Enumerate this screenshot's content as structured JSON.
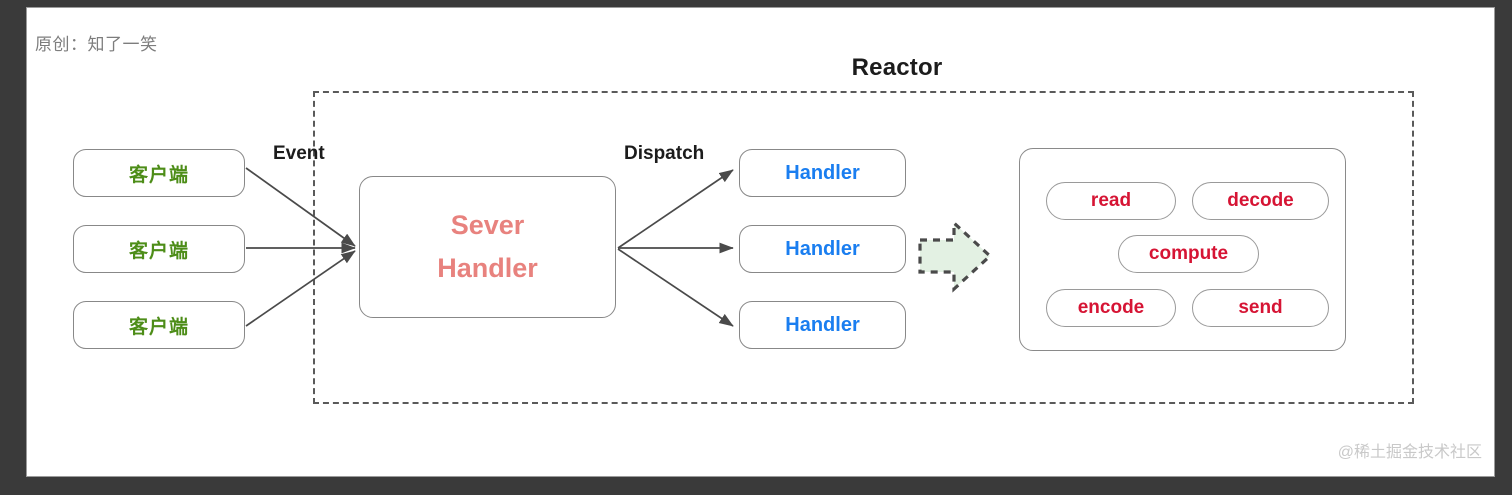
{
  "canvas": {
    "credit": "原创：知了一笑",
    "watermark": "@稀土掘金技术社区"
  },
  "diagram": {
    "title": "Reactor",
    "clients": [
      {
        "label": "客户端"
      },
      {
        "label": "客户端"
      },
      {
        "label": "客户端"
      }
    ],
    "server": {
      "line1": "Sever",
      "line2": "Handler"
    },
    "handlers": [
      {
        "label": "Handler"
      },
      {
        "label": "Handler"
      },
      {
        "label": "Handler"
      }
    ],
    "edge_labels": {
      "event": "Event",
      "dispatch": "Dispatch"
    },
    "operations": [
      {
        "label": "read"
      },
      {
        "label": "decode"
      },
      {
        "label": "compute"
      },
      {
        "label": "encode"
      },
      {
        "label": "send"
      }
    ],
    "flow_arrow": {
      "icon": "block-arrow-right-icon",
      "fill": "#e3f1e3",
      "stroke": "#4a4a4a"
    },
    "colors": {
      "client_text": "#4d8d18",
      "server_text": "#e8827e",
      "handler_text": "#1a7ef0",
      "operation_text": "#d61434",
      "label_text": "#1c1c1c",
      "box_border": "#888888",
      "region_border": "#5a5a5a",
      "arrow": "#4a4a4a"
    }
  }
}
